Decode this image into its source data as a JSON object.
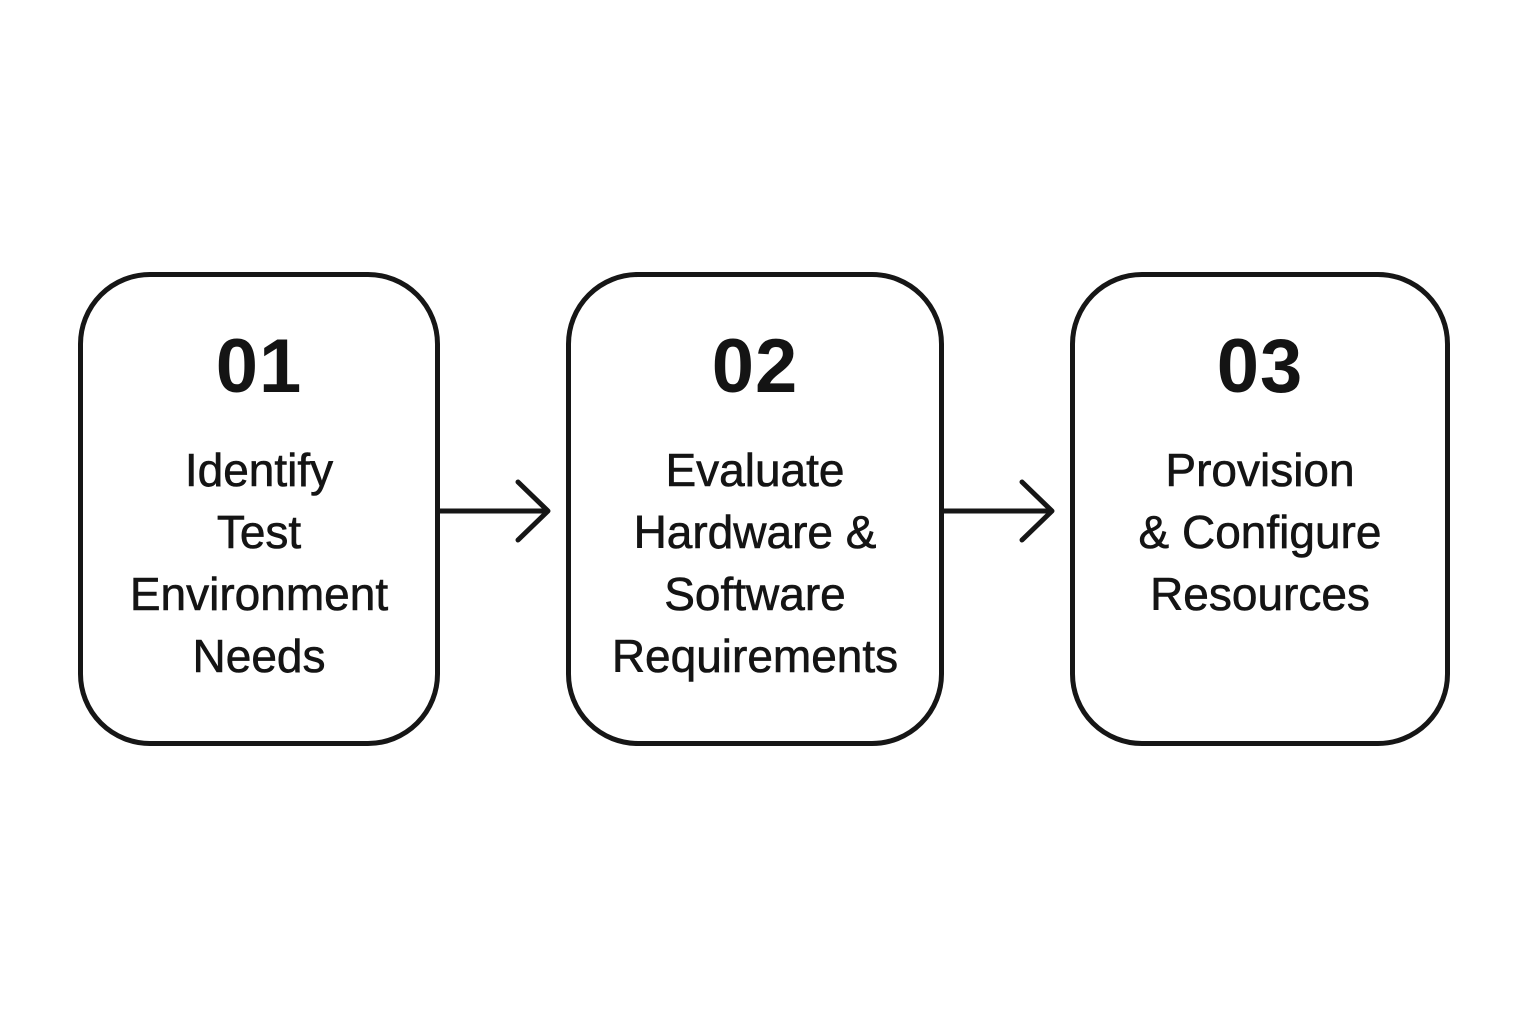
{
  "diagram": {
    "steps": [
      {
        "number": "01",
        "label_lines": [
          "Identify",
          "Test",
          "Environment",
          "Needs"
        ]
      },
      {
        "number": "02",
        "label_lines": [
          "Evaluate",
          "Hardware &",
          "Software",
          "Requirements"
        ]
      },
      {
        "number": "03",
        "label_lines": [
          "Provision",
          "& Configure",
          "Resources"
        ]
      }
    ],
    "colors": {
      "stroke": "#161616",
      "text": "#141414",
      "background": "#ffffff"
    },
    "icons": {
      "connector": "arrow-right-icon"
    }
  }
}
